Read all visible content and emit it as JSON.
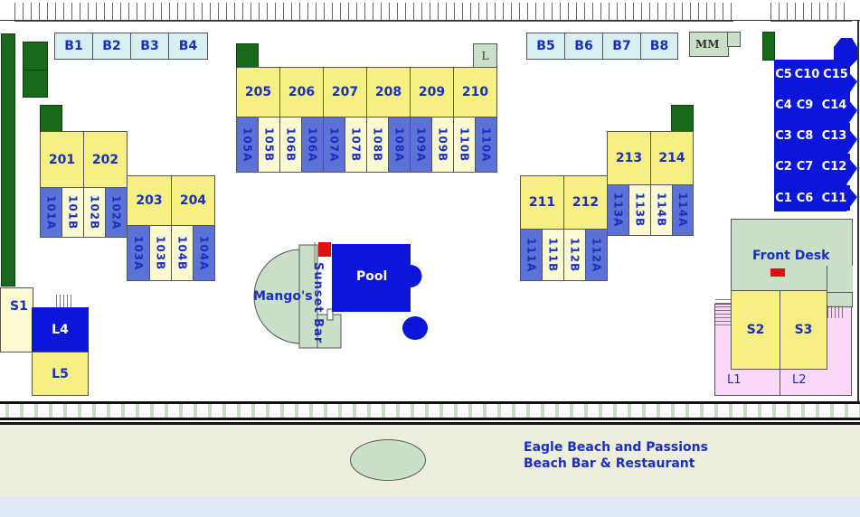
{
  "map": {
    "b_row": [
      "B1",
      "B2",
      "B3",
      "B4"
    ],
    "b_row2": [
      "B5",
      "B6",
      "B7",
      "B8"
    ],
    "mm": "MM",
    "l_small": "L",
    "units_205_210": [
      "205",
      "206",
      "207",
      "208",
      "209",
      "210"
    ],
    "units_105_110": [
      "105A",
      "105B",
      "106B",
      "106A",
      "107A",
      "107B",
      "108B",
      "108A",
      "109A",
      "109B",
      "110B",
      "110A"
    ],
    "u201": "201",
    "u202": "202",
    "u203": "203",
    "u204": "204",
    "units_101_102": [
      "101A",
      "101B",
      "102B",
      "102A"
    ],
    "units_103_104": [
      "103A",
      "103B",
      "104B",
      "104A"
    ],
    "u211": "211",
    "u212": "212",
    "u213": "213",
    "u214": "214",
    "units_111_112": [
      "111A",
      "111B",
      "112B",
      "112A"
    ],
    "units_113_114": [
      "113A",
      "113B",
      "114B",
      "114A"
    ],
    "c_grid": [
      [
        "C5",
        "C10",
        "C15"
      ],
      [
        "C4",
        "C9",
        "C14"
      ],
      [
        "C3",
        "C8",
        "C13"
      ],
      [
        "C2",
        "C7",
        "C12"
      ],
      [
        "C1",
        "C6",
        "C11"
      ]
    ],
    "front_desk": "Front Desk",
    "s1": "S1",
    "s2": "S2",
    "s3": "S3",
    "l1": "L1",
    "l2": "L2",
    "l4": "L4",
    "l5": "L5",
    "pool": "Pool",
    "mangos": "Mango's",
    "sunset_bar": "Sunset Bar",
    "beach_line1": "Eagle Beach and Passions",
    "beach_line2": "Beach Bar & Restaurant"
  }
}
